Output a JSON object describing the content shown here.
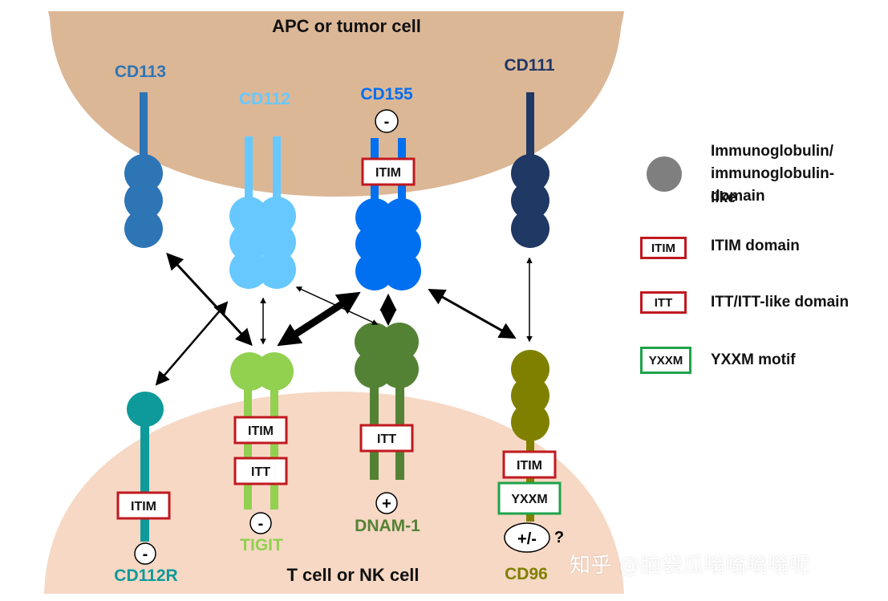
{
  "cells": {
    "top_label": "APC or  tumor cell",
    "bottom_label": "T cell or NK cell"
  },
  "ligands": {
    "cd113": "CD113",
    "cd112": "CD112",
    "cd155": "CD155",
    "cd111": "CD111"
  },
  "receptors": {
    "cd112r": "CD112R",
    "tigit": "TIGIT",
    "dnam1": "DNAM-1",
    "cd96": "CD96"
  },
  "domain_labels": {
    "itim": "ITIM",
    "itt": "ITT",
    "yxxm": "YXXM"
  },
  "signs": {
    "cd155": "-",
    "cd112r": "-",
    "tigit": "-",
    "dnam1": "+",
    "cd96": "+/-",
    "cd96_question": "?"
  },
  "legend": {
    "ig_domain": "Immunoglobulin/ immunoglobulin-like domain",
    "ig_domain_line1": "Immunoglobulin/",
    "ig_domain_line2": "immunoglobulin-like",
    "ig_domain_line3": "domain",
    "itim_box": "ITIM",
    "itim_text": "ITIM domain",
    "itt_box": "ITT",
    "itt_text": "ITT/ITT-like domain",
    "yxxm_box": "YXXM",
    "yxxm_text": "YXXM motif"
  },
  "watermark": "知乎 @脑袋瓜嗡嗡嗡嗡呢",
  "colors": {
    "apc_cell": "#dcb796",
    "t_cell": "#f6d8c4",
    "cd113": "#2e75b6",
    "cd112": "#66c8ff",
    "cd155": "#0070f0",
    "cd111": "#1f3864",
    "cd112r": "#0e9a9a",
    "tigit": "#92d050",
    "dnam1": "#548235",
    "cd96": "#808000",
    "itim_border": "#c0191f",
    "yxxm_border": "#1ea34a",
    "ig_domain": "#7f7f7f"
  }
}
